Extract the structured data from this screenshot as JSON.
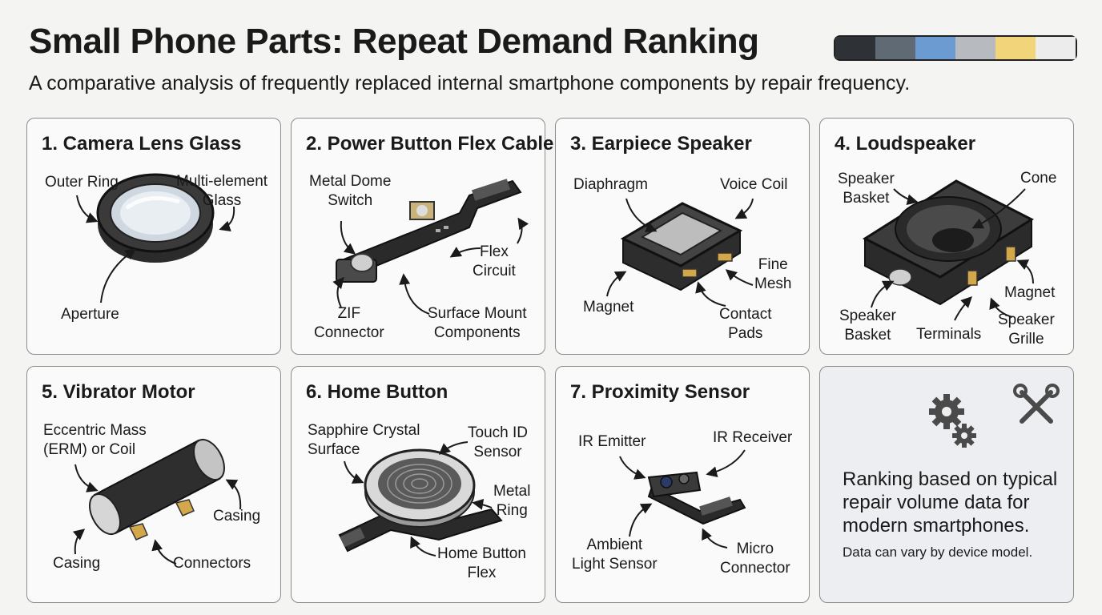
{
  "header": {
    "title": "Small Phone Parts: Repeat Demand Ranking",
    "subtitle": "A comparative analysis of frequently replaced internal smartphone components by repair frequency."
  },
  "palette": [
    "#2e3236",
    "#606a74",
    "#6b9bd0",
    "#b7bbbf",
    "#f2d57a",
    "#ececec"
  ],
  "cards": [
    {
      "title": "1. Camera Lens Glass",
      "labels": [
        "Outer Ring",
        "Multi-element\nGlass",
        "Aperture"
      ]
    },
    {
      "title": "2. Power Button Flex Cable",
      "labels": [
        "Metal Dome\nSwitch",
        "Flex\nCircuit",
        "ZIF\nConnector",
        "Surface Mount\nComponents"
      ]
    },
    {
      "title": "3. Earpiece Speaker",
      "labels": [
        "Diaphragm",
        "Voice Coil",
        "Fine\nMesh",
        "Magnet",
        "Contact\nPads"
      ]
    },
    {
      "title": "4. Loudspeaker",
      "labels": [
        "Speaker\nBasket",
        "Cone",
        "Magnet",
        "Speaker\nBasket",
        "Terminals",
        "Speaker\nGrille"
      ]
    },
    {
      "title": "5. Vibrator Motor",
      "labels": [
        "Eccentric Mass\n(ERM) or Coil",
        "Casing",
        "Casing",
        "Connectors"
      ]
    },
    {
      "title": "6. Home Button",
      "labels": [
        "Sapphire Crystal\nSurface",
        "Touch ID\nSensor",
        "Metal\nRing",
        "Home Button\nFlex"
      ]
    },
    {
      "title": "7. Proximity Sensor",
      "labels": [
        "IR Emitter",
        "IR Receiver",
        "Ambient\nLight Sensor",
        "Micro\nConnector"
      ]
    }
  ],
  "info": {
    "icons": [
      "gears-icon",
      "tools-icon"
    ],
    "main_text": "Ranking based on typical repair volume data for modern smartphones.",
    "note": "Data can vary by device model."
  }
}
